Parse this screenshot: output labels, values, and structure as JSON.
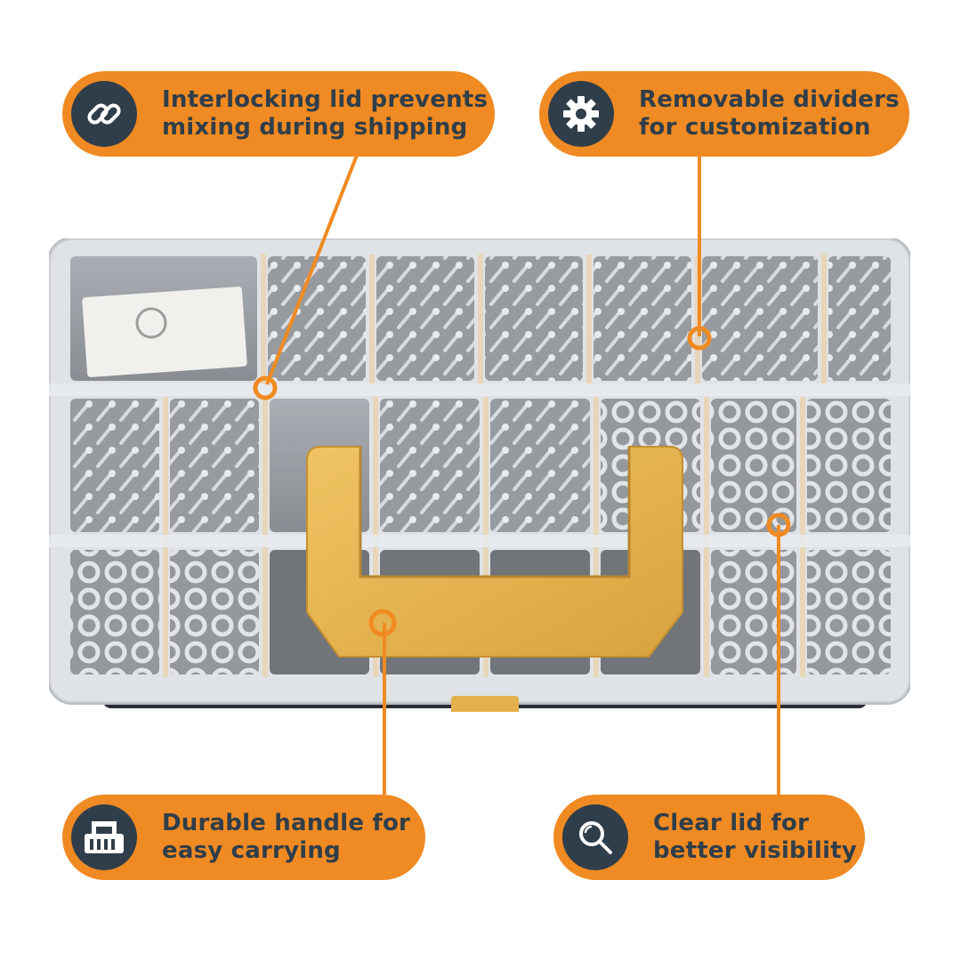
{
  "callouts": {
    "top_left": {
      "icon": "chain-link-icon",
      "line1": "Interlocking lid prevents",
      "line2": "mixing during shipping"
    },
    "top_right": {
      "icon": "gear-icon",
      "line1": "Removable dividers",
      "line2": "for customization"
    },
    "bottom_left": {
      "icon": "carry-case-icon",
      "line1": "Durable handle for",
      "line2": "easy carrying"
    },
    "bottom_right": {
      "icon": "magnifier-icon",
      "line1": "Clear lid for",
      "line2": "better visibility"
    }
  },
  "colors": {
    "accent": "#f08a22",
    "badge": "#2f3e4a",
    "handle": "#e3b04b",
    "case_base": "#2a2d31",
    "lid": "#c9ced3"
  }
}
